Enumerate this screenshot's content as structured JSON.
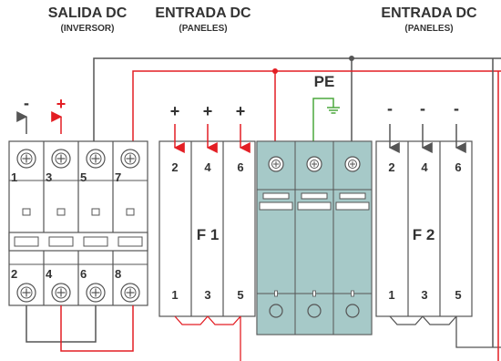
{
  "headers": {
    "salida": {
      "title": "SALIDA DC",
      "subtitle": "(INVERSOR)"
    },
    "entrada_left": {
      "title": "ENTRADA DC",
      "subtitle": "(PANELES)"
    },
    "entrada_right": {
      "title": "ENTRADA DC",
      "subtitle": "(PANELES)"
    }
  },
  "pe_label": "PE",
  "breaker": {
    "minus": "-",
    "plus": "+",
    "top_terminals": [
      "1",
      "3",
      "5",
      "7"
    ],
    "bottom_terminals": [
      "2",
      "4",
      "6",
      "8"
    ]
  },
  "fuse1": {
    "label": "F 1",
    "signs": [
      "+",
      "+",
      "+"
    ],
    "top": [
      "2",
      "4",
      "6"
    ],
    "bottom": [
      "1",
      "3",
      "5"
    ]
  },
  "fuse2": {
    "label": "F 2",
    "signs": [
      "-",
      "-",
      "-"
    ],
    "top": [
      "2",
      "4",
      "6"
    ],
    "bottom": [
      "1",
      "3",
      "5"
    ]
  },
  "colors": {
    "positive": "#e31e24",
    "negative": "#555555",
    "earth": "#4ca83d",
    "spd": "#a6c9c8",
    "text": "#333333"
  }
}
